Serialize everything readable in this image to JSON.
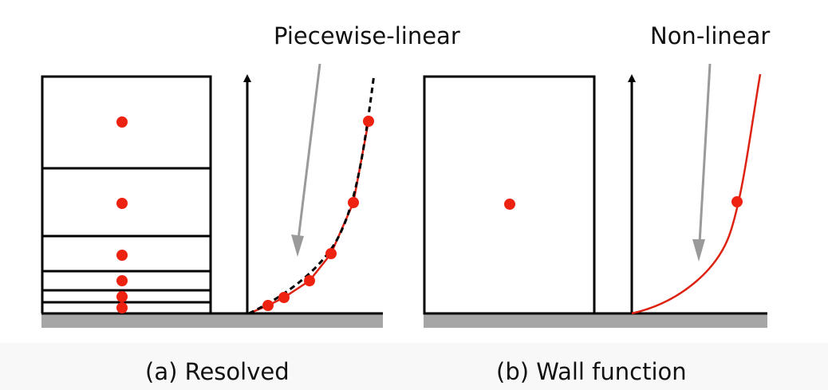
{
  "annotations": {
    "piecewise": "Piecewise-linear",
    "nonlinear": "Non-linear"
  },
  "captions": {
    "a": "(a) Resolved",
    "b": "(b) Wall function"
  },
  "colors": {
    "stroke": "#000000",
    "point": "#ee2211",
    "curve": "#dd2211",
    "arrow": "#9a9a9a",
    "wall": "#a6a6a6",
    "band": "#f8f8f8"
  },
  "panel_a": {
    "cell_count": 6,
    "cell_centers": 6,
    "profile_points": 6,
    "curve_style": "black dashed over red solid"
  },
  "panel_b": {
    "cell_count": 1,
    "cell_centers": 1,
    "profile_points": 1,
    "curve_style": "red solid"
  }
}
